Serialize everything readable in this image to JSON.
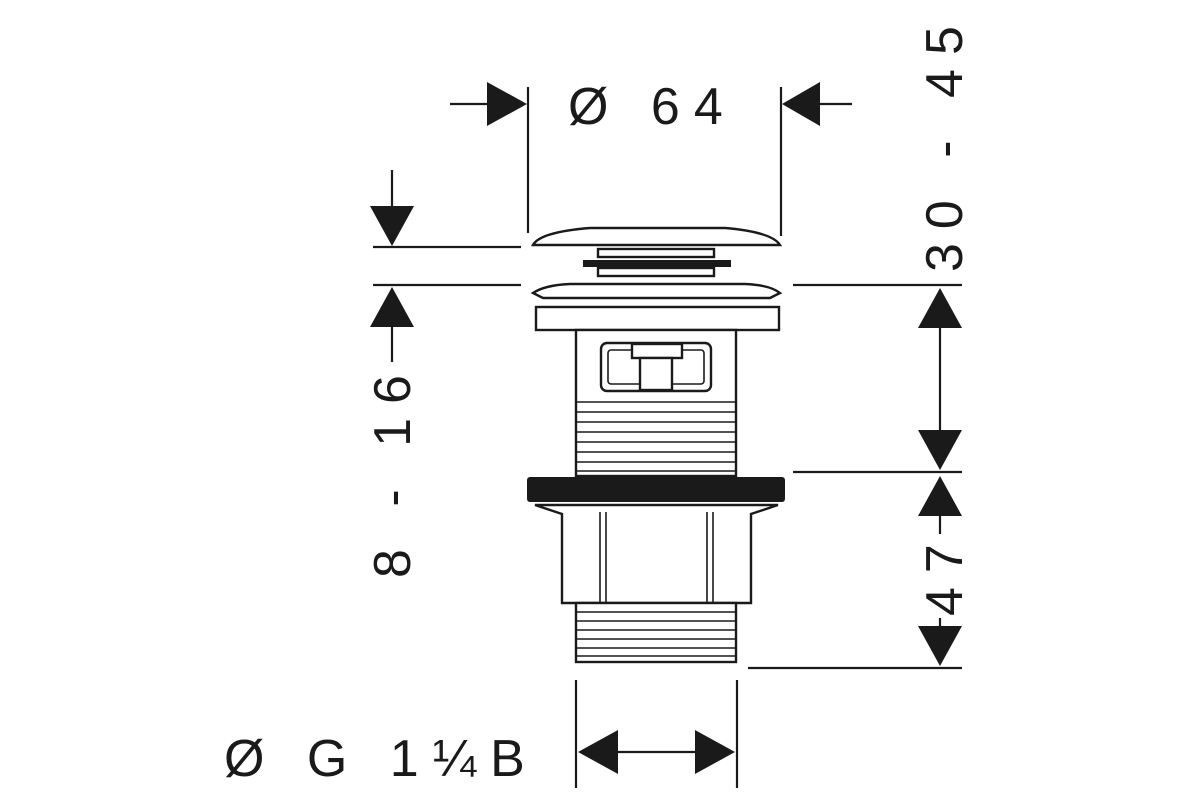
{
  "dimensions": {
    "top_diameter": "Ø 64",
    "outlet_thread": "Ø G 1¼B",
    "cap_lift_range": "8 - 16",
    "basin_thickness_range": "30 - 45",
    "body_height": "47"
  },
  "colors": {
    "line": "#1a1a1a",
    "background": "#ffffff"
  }
}
